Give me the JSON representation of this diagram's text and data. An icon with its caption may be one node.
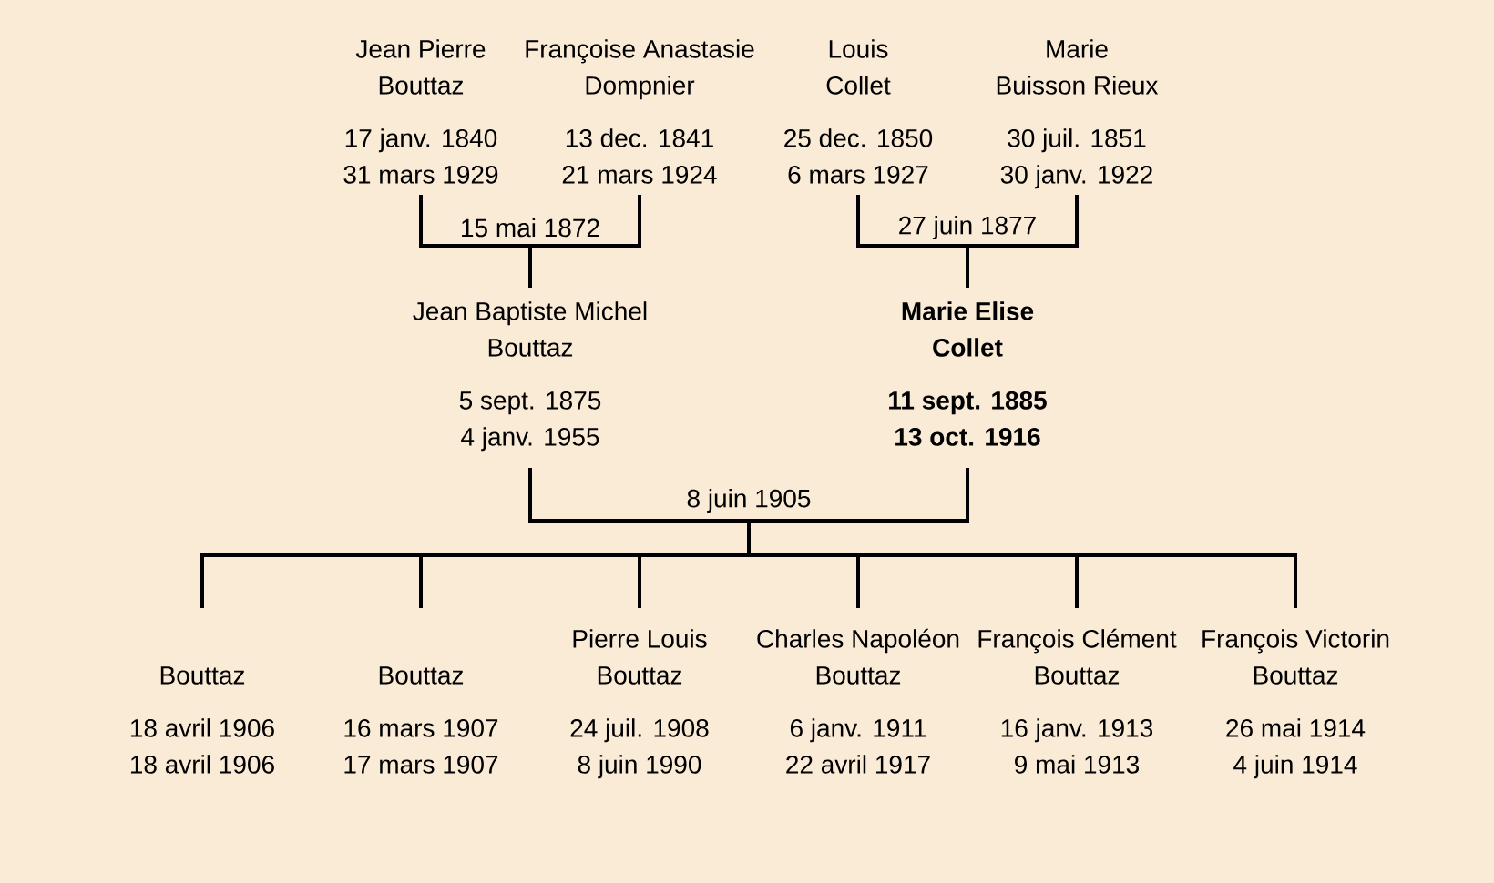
{
  "diagram": {
    "nodes": [
      {
        "text": [
          "Jean Pierre",
          "Bouttaz",
          "17 janv. 1840",
          "31 mars 1929"
        ]
      },
      {
        "text": [
          "Françoise Anastasie",
          "Dompnier",
          "13 dec. 1841",
          "21 mars 1924"
        ]
      },
      {
        "text": [
          "Louis",
          "Collet",
          "25 dec. 1850",
          "6 mars 1927"
        ]
      },
      {
        "text": [
          "Marie",
          "Buisson Rieux",
          "30 juil. 1851",
          "30 janv. 1922"
        ]
      },
      {
        "text": [
          "Jean Baptiste Michel",
          "Bouttaz",
          "5 sept. 1875",
          "4 janv. 1955"
        ]
      },
      {
        "text": [
          "Marie Elise",
          "Collet",
          "11 sept. 1885",
          "13 oct. 1916"
        ]
      },
      {
        "text": [
          "Bouttaz",
          "18 avril 1906",
          "18 avril 1906"
        ]
      },
      {
        "text": [
          "Bouttaz",
          "16 mars 1907",
          "17 mars 1907"
        ]
      },
      {
        "text": [
          "Pierre Louis",
          "Bouttaz",
          "24 juil. 1908",
          "8 juin 1990"
        ]
      },
      {
        "text": [
          "Charles Napoléon",
          "Bouttaz",
          "6 janv. 1911",
          "22 avril 1917"
        ]
      },
      {
        "text": [
          "François Clément",
          "Bouttaz",
          "16 janv. 1913",
          "9 mai 1913"
        ]
      },
      {
        "text": [
          "François Victorin",
          "Bouttaz",
          "26 mai 1914",
          "4 juin 1914"
        ]
      }
    ],
    "edges": [
      {
        "from": 0,
        "to": 1,
        "arrow": "none",
        "label": "15 mai 1872"
      },
      {
        "from": 0,
        "to": 4,
        "arrow": "none"
      },
      {
        "from": 1,
        "to": 4,
        "arrow": "none"
      },
      {
        "from": 2,
        "to": 3,
        "arrow": "none",
        "label": "27 juin 1877"
      },
      {
        "from": 2,
        "to": 5,
        "arrow": "none"
      },
      {
        "from": 3,
        "to": 5,
        "arrow": "none"
      },
      {
        "from": 4,
        "to": 5,
        "arrow": "none",
        "label": "8 juin 1905"
      },
      {
        "from": 4,
        "to": 6,
        "arrow": "none"
      },
      {
        "from": 5,
        "to": 6,
        "arrow": "none"
      },
      {
        "from": 4,
        "to": 7,
        "arrow": "none"
      },
      {
        "from": 5,
        "to": 7,
        "arrow": "none"
      },
      {
        "from": 4,
        "to": 8,
        "arrow": "none"
      },
      {
        "from": 5,
        "to": 8,
        "arrow": "none"
      },
      {
        "from": 4,
        "to": 9,
        "arrow": "none"
      },
      {
        "from": 5,
        "to": 9,
        "arrow": "none"
      },
      {
        "from": 4,
        "to": 10,
        "arrow": "none"
      },
      {
        "from": 5,
        "to": 10,
        "arrow": "none"
      },
      {
        "from": 4,
        "to": 11,
        "arrow": "none"
      },
      {
        "from": 5,
        "to": 11,
        "arrow": "none"
      }
    ]
  }
}
